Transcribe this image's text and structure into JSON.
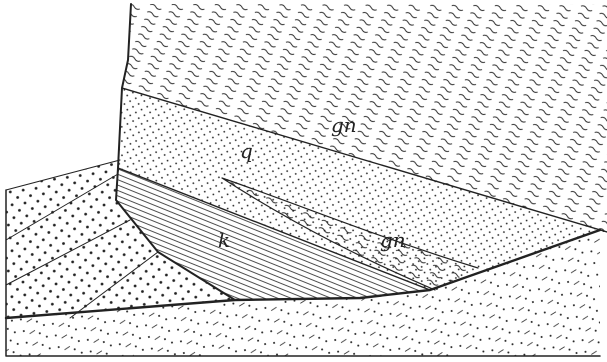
{
  "labels": {
    "upper_gneiss": "gn",
    "quartzite": "q",
    "lower_gneiss": "gn",
    "k_layer": "k"
  },
  "colors": {
    "ink": "#222222",
    "paper": "#ffffff"
  }
}
